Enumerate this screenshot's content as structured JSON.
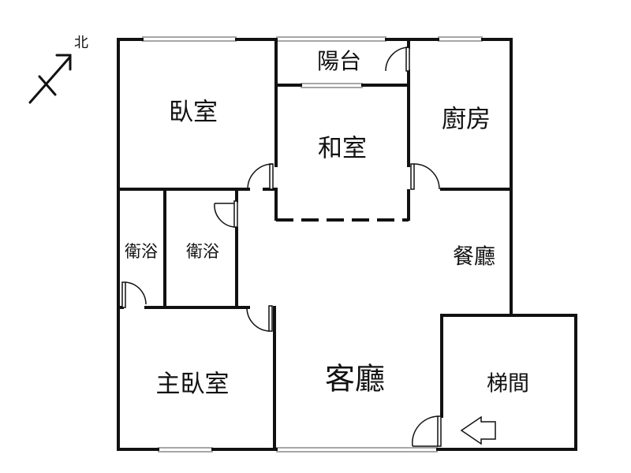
{
  "colors": {
    "wall": "#111111",
    "window": "#888888",
    "background": "#ffffff"
  },
  "compass": {
    "label": "北",
    "icon": "north-arrow-icon"
  },
  "rooms": {
    "bedroom": "臥室",
    "balcony": "陽台",
    "japanese_room": "和室",
    "kitchen": "廚房",
    "bathroom_1": "衛浴",
    "bathroom_2": "衛浴",
    "dining_room": "餐廳",
    "master_bedroom": "主臥室",
    "living_room": "客廳",
    "stairwell": "梯間"
  }
}
